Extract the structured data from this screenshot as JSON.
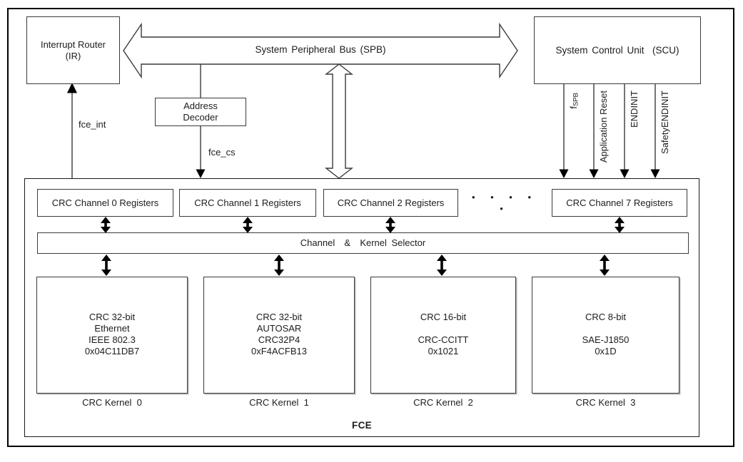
{
  "diagram": {
    "spb_bus": {
      "label": "System Peripheral Bus  (SPB)"
    },
    "interrupt_router": {
      "line1": "Interrupt Router",
      "line2": "(IR)"
    },
    "scu": {
      "label": "System Control Unit  (SCU)"
    },
    "address_decoder": {
      "line1": "Address",
      "line2": "Decoder"
    },
    "signals": {
      "fce_int": "fce_int",
      "fce_cs": "fce_cs",
      "f_spb": {
        "base": "f",
        "sub": "SPB"
      },
      "application_reset": "Application Reset",
      "endinit": "ENDINIT",
      "safety_endinit": "SafetyENDINIT"
    },
    "channel_registers": [
      {
        "label": "CRC Channel 0 Registers"
      },
      {
        "label": "CRC Channel 1 Registers"
      },
      {
        "label": "CRC Channel 2 Registers"
      },
      {
        "label": "CRC Channel 7 Registers"
      }
    ],
    "ellipsis": "• • • • •",
    "selector": {
      "label": "Channel  &  Kernel Selector"
    },
    "kernels": [
      {
        "lines": [
          "CRC 32-bit",
          "Ethernet",
          "IEEE 802.3",
          "0x04C11DB7"
        ],
        "caption": "CRC Kernel  0"
      },
      {
        "lines": [
          "CRC 32-bit",
          "AUTOSAR",
          "CRC32P4",
          "0xF4ACFB13"
        ],
        "caption": "CRC Kernel  1"
      },
      {
        "lines": [
          "CRC 16-bit",
          "",
          "CRC-CCITT",
          "0x1021"
        ],
        "caption": "CRC Kernel  2"
      },
      {
        "lines": [
          "CRC 8-bit",
          "",
          "SAE-J1850",
          "0x1D"
        ],
        "caption": "CRC Kernel  3"
      }
    ],
    "fce_label": "FCE",
    "colors": {
      "line": "#3a3a3a",
      "arrow_fill": "#000000",
      "border": "#000000"
    }
  }
}
